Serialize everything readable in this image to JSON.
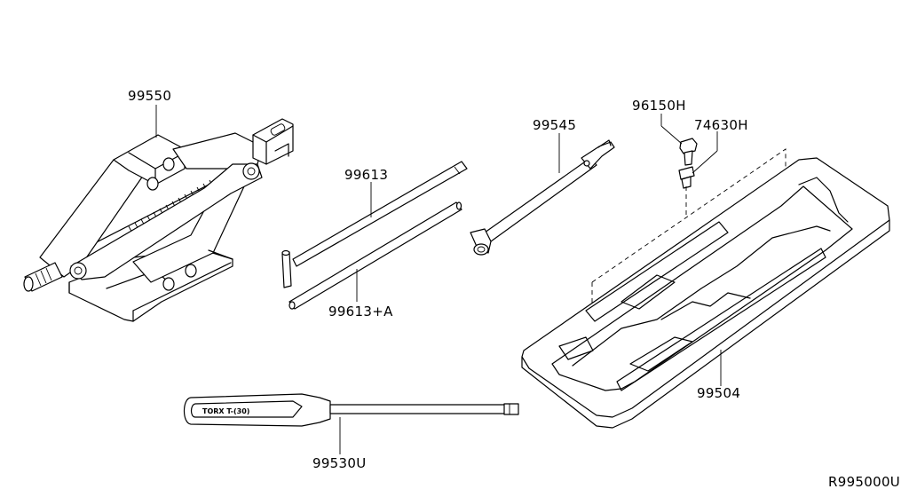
{
  "diagram": {
    "drawing_code": "R995000U",
    "parts": [
      {
        "part_number": "99550"
      },
      {
        "part_number": "99613"
      },
      {
        "part_number": "99613+A"
      },
      {
        "part_number": "99545"
      },
      {
        "part_number": "96150H"
      },
      {
        "part_number": "74630H"
      },
      {
        "part_number": "99504"
      },
      {
        "part_number": "99530U"
      }
    ],
    "screwdriver_handle_text": "TORX T-(30)"
  }
}
